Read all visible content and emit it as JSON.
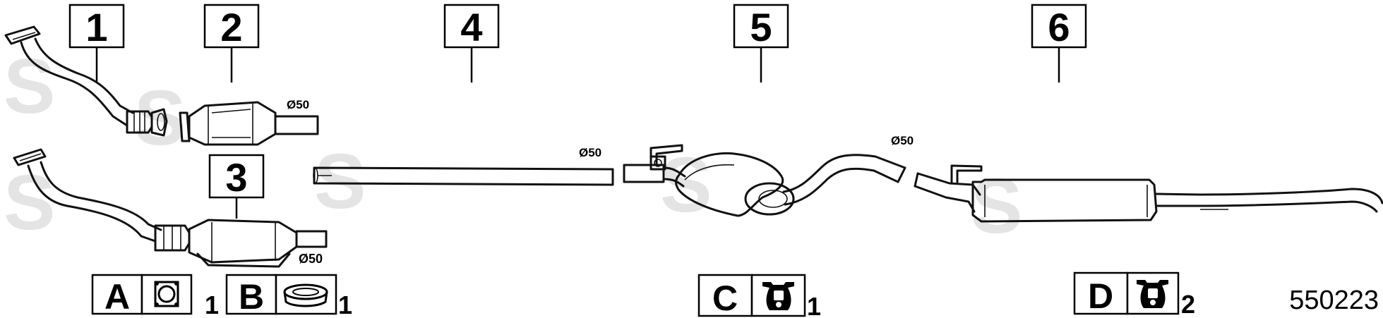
{
  "parts": [
    {
      "number": "1"
    },
    {
      "number": "2"
    },
    {
      "number": "3"
    },
    {
      "number": "4"
    },
    {
      "number": "5"
    },
    {
      "number": "6"
    }
  ],
  "diameters": {
    "d2": "Ø50",
    "d3": "Ø50",
    "d4": "Ø50",
    "d5": "Ø50"
  },
  "accessories": [
    {
      "letter": "A",
      "qty": "1",
      "icon": "square-flange-gasket-icon"
    },
    {
      "letter": "B",
      "qty": "1",
      "icon": "ring-gasket-icon"
    },
    {
      "letter": "C",
      "qty": "1",
      "icon": "rubber-hanger-icon"
    },
    {
      "letter": "D",
      "qty": "2",
      "icon": "rubber-hanger-icon"
    }
  ],
  "reference": "550223",
  "watermark": "S"
}
